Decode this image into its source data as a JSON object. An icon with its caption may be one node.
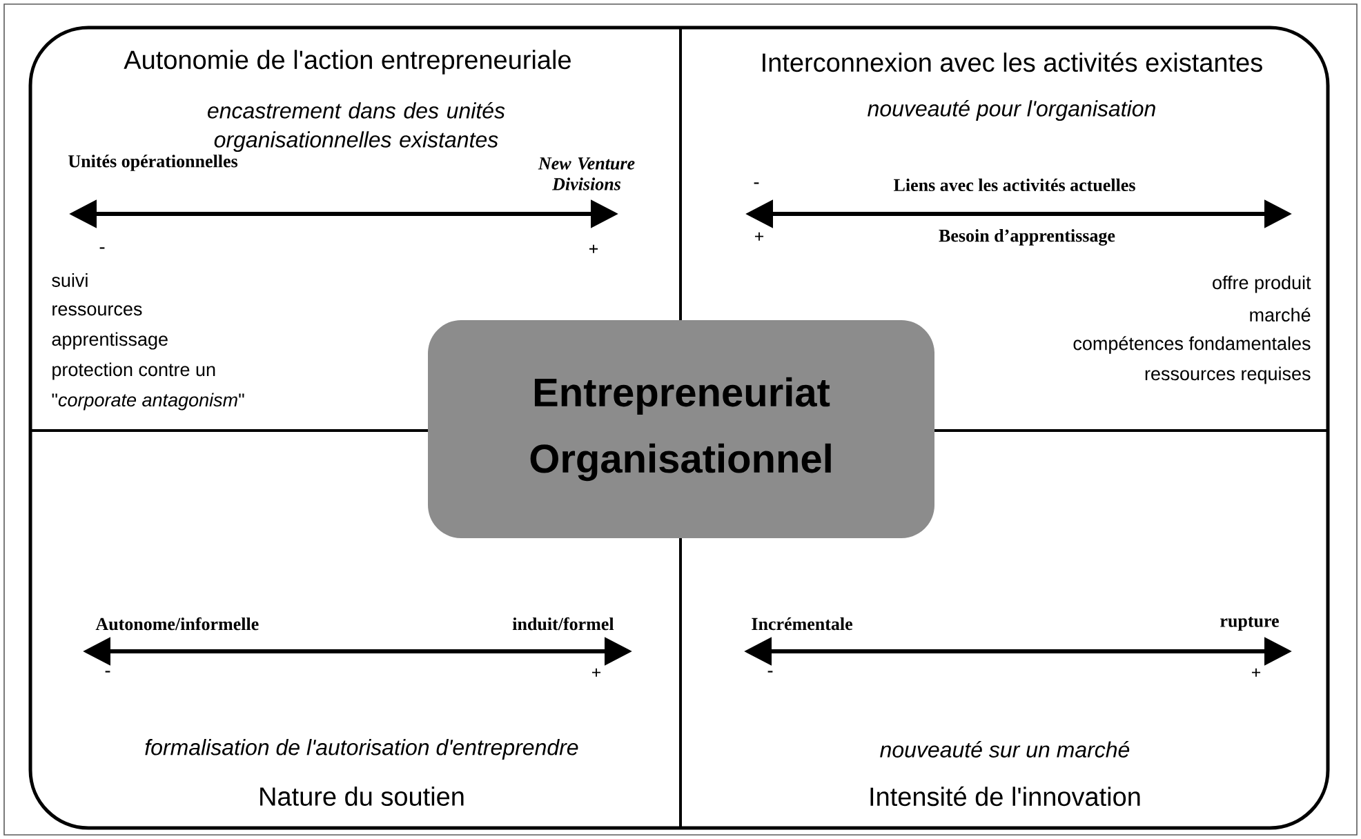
{
  "diagram": {
    "nodes": [
      {
        "text": [
          "Entrepreneuriat Organisationnel"
        ]
      }
    ],
    "labels": [
      "Autonomie de l'action entrepreneuriale",
      "encastrement dans des unités organisationnelles existantes",
      "Unités opérationnelles",
      "New Venture Divisions",
      "-",
      "+",
      "suivi",
      "ressources",
      "apprentissage",
      "protection contre un",
      "\"*corporate antagonism*\"",
      "Interconnexion avec les activités existantes",
      "nouveauté pour l'organisation",
      "-",
      "Liens  avec les activités actuelles",
      "+",
      "Besoin d’apprentissage",
      "offre produit",
      "marché",
      "compétences fondamentales",
      "ressources requises",
      "Autonome/informelle",
      "induit/formel",
      "-",
      "+",
      "formalisation de l'autorisation d'entreprendre",
      "Nature du soutien",
      "Incrémentale",
      "rupture",
      "-",
      "+",
      "nouveauté sur un marché",
      "Intensité de l'innovation"
    ]
  }
}
